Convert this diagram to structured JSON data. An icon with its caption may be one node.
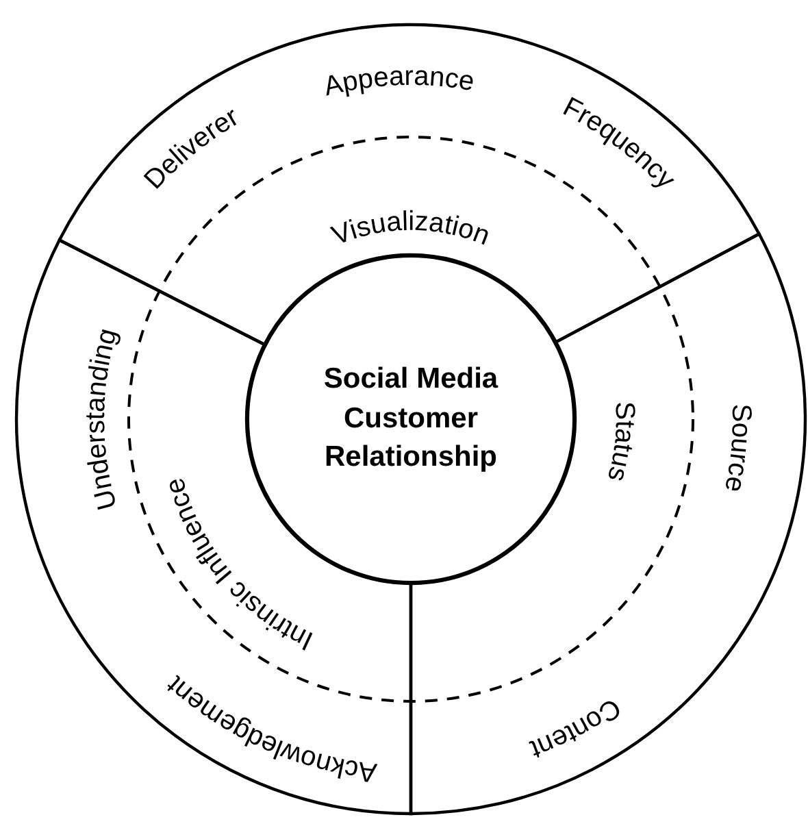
{
  "diagram": {
    "nodes": [
      {
        "text": [
          "Social Media Customer Relationship"
        ]
      },
      {
        "text": [
          "Deliverer",
          "Appearance",
          "Frequency",
          "Visualization"
        ]
      },
      {
        "text": [
          "Understanding",
          "Intrinsic Influence",
          "Acknowledgement"
        ]
      },
      {
        "text": [
          "Status",
          "Source",
          "Content"
        ]
      }
    ]
  }
}
